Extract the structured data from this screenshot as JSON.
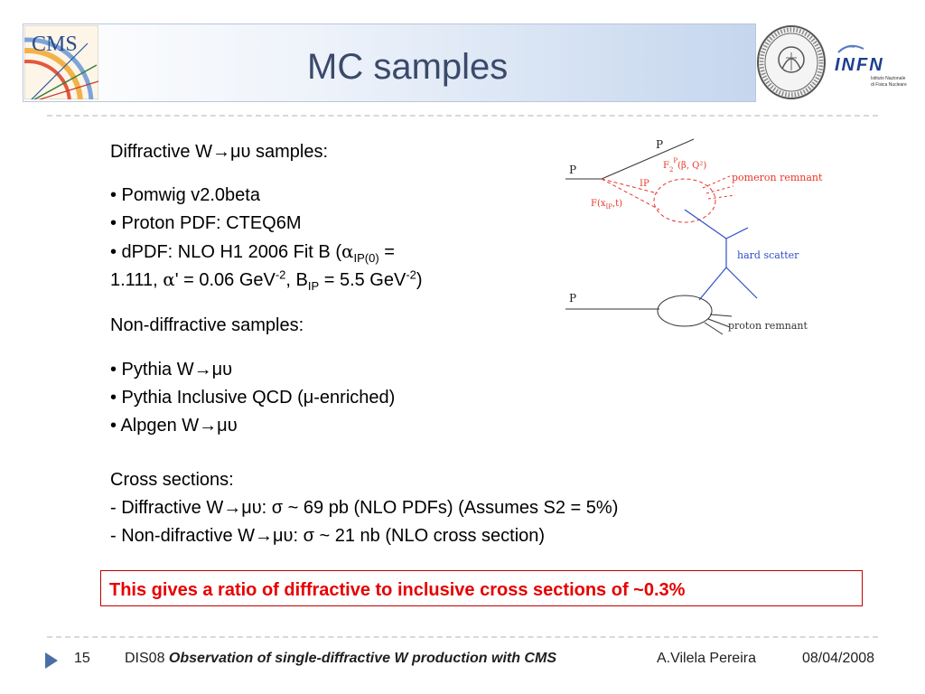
{
  "header": {
    "title": "MC samples",
    "cms_logo_text": "CMS",
    "infn_logo_text": "INFN",
    "infn_subtitle_1": "Istituto Nazionale",
    "infn_subtitle_2": "di Fisica Nucleare"
  },
  "content": {
    "diffractive_heading": "Diffractive W→μυ samples:",
    "diffractive_items": [
      "• Pomwig v2.0beta",
      "• Proton PDF: CTEQ6M",
      "• dPDF: NLO H1 2006 Fit B (",
      "1.111, "
    ],
    "dpdf_alpha_sym": "α",
    "dpdf_alpha_sub": "IP(0)",
    "dpdf_eq": " =",
    "dpdf_alpha_prime": "α",
    "dpdf_alpha_prime_val": "' = 0.06 GeV",
    "dpdf_exp": "-2",
    "dpdf_b": ", B",
    "dpdf_b_sub": "IP",
    "dpdf_b_val": " = 5.5 GeV",
    "dpdf_b_exp": "-2",
    "dpdf_close": ")",
    "nondiffractive_heading": "Non-diffractive samples:",
    "nondiffractive_items": [
      "• Pythia W→μυ",
      "• Pythia Inclusive QCD (μ-enriched)",
      "• Alpgen W→μυ"
    ],
    "cross_heading": "Cross sections:",
    "cross_items": [
      "- Diffractive W→μυ: σ ~ 69 pb (NLO PDFs) (Assumes S2 = 5%)",
      "- Non-difractive W→μυ: σ ~ 21 nb (NLO cross section)"
    ],
    "conclusion": "This gives a ratio of diffractive to inclusive cross sections of ~0.3%"
  },
  "diagram": {
    "p_top_out": "P",
    "p_top_in": "P",
    "f2_label": "F",
    "f2_sub": "2",
    "f2_sup": "P",
    "f2_args": "(β, Q²)",
    "pomeron_label": "IP",
    "flux_label": "F(x",
    "flux_sub": "IP",
    "flux_args": ",t)",
    "pomeron_remnant": "pomeron remnant",
    "hard_scatter": "hard scatter",
    "p_bottom": "P",
    "proton_remnant": "proton remnant"
  },
  "footer": {
    "page_number": "15",
    "conference": "DIS08",
    "talk_title": "Observation of single-diffractive W production with CMS",
    "author": "A.Vilela Pereira",
    "date": "08/04/2008"
  },
  "colors": {
    "title": "#3b4a6b",
    "conclusion_red": "#e60000",
    "diagram_red": "#e8362a",
    "diagram_blue": "#2e4fc9",
    "footer_arrow": "#4a6fa5"
  }
}
